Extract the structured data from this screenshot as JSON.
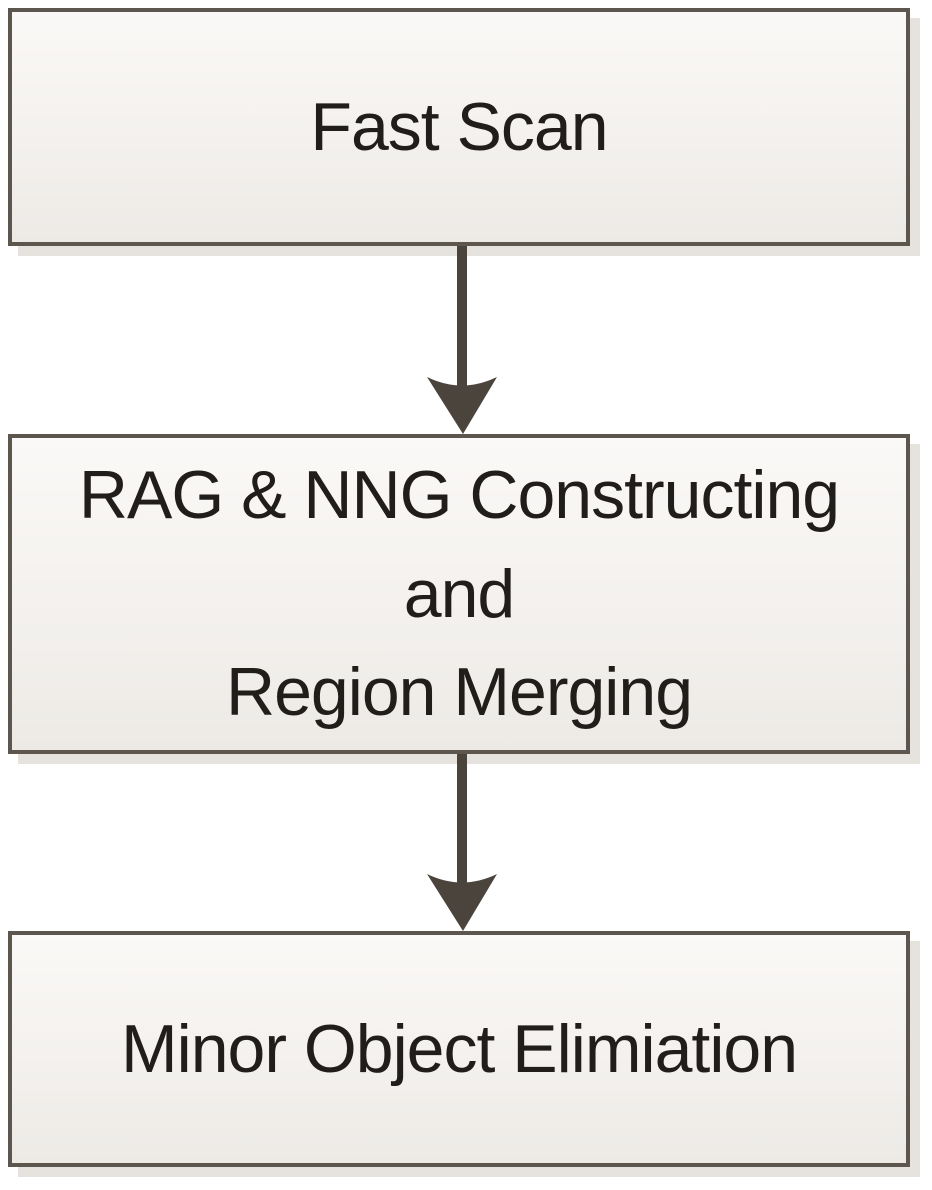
{
  "flowchart": {
    "steps": [
      {
        "id": "fast-scan",
        "lines": [
          "Fast Scan"
        ]
      },
      {
        "id": "rag-nng-constructing-and-region-merging",
        "lines": [
          "RAG & NNG Constructing",
          "and",
          "Region Merging"
        ]
      },
      {
        "id": "minor-object-elimination",
        "lines": [
          "Minor Object Elimiation"
        ]
      }
    ],
    "connectors": [
      {
        "id": "arrow-1",
        "shape": "down-arrow"
      },
      {
        "id": "arrow-2",
        "shape": "down-arrow"
      }
    ],
    "colors": {
      "background": "#ffffff",
      "box_border": "#5d564e",
      "box_fill_top": "#fbf9f7",
      "box_fill_bottom": "#edeae6",
      "arrow": "#4a443d",
      "text": "#201d1b",
      "shadow": "#e6e2dd"
    }
  }
}
